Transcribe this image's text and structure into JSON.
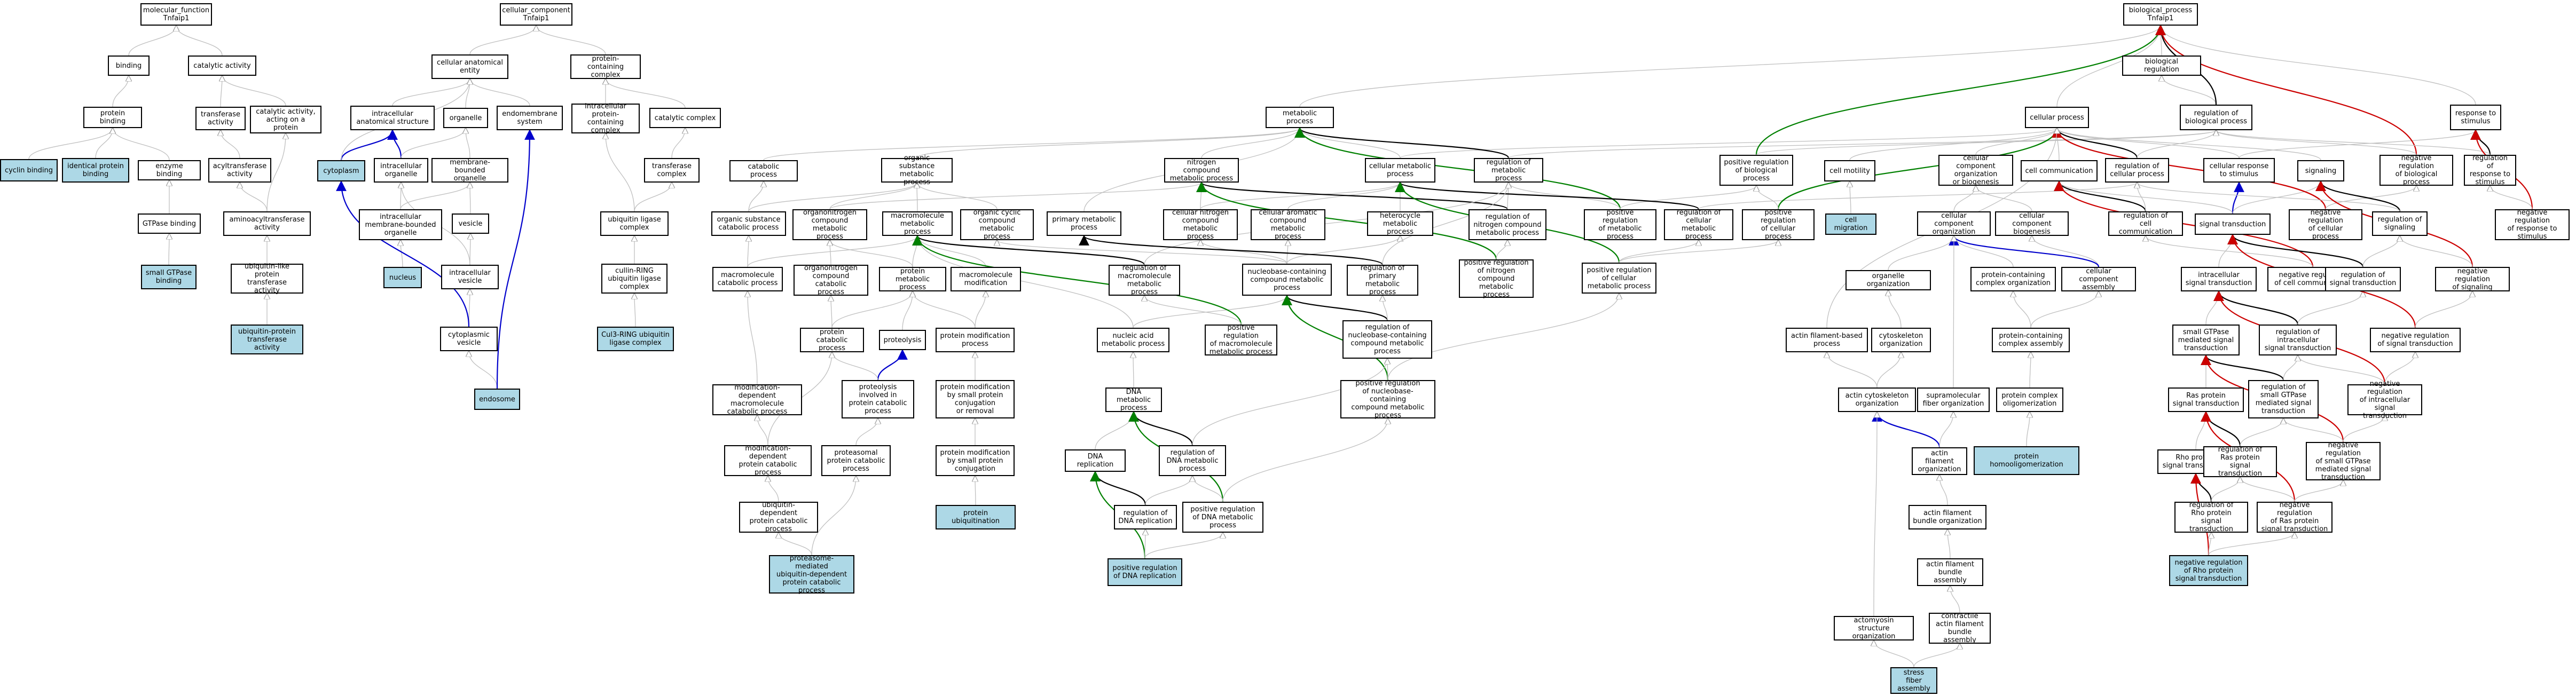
{
  "colors": {
    "highlight": "#add8e6",
    "is_a": "#bfbfbf",
    "part_of": "#0000cc",
    "regulates": "#000000",
    "pos_regulates": "#008000",
    "neg_regulates": "#cc0000"
  },
  "nodes": {
    "mf_root": {
      "label": "molecular_function\nTnfaip1"
    },
    "binding": {
      "label": "binding"
    },
    "catalytic_activity": {
      "label": "catalytic activity"
    },
    "protein_binding": {
      "label": "protein binding"
    },
    "transferase_activity": {
      "label": "transferase\nactivity"
    },
    "catalytic_activity_protein": {
      "label": "catalytic activity,\nacting on a\nprotein"
    },
    "cyclin_binding": {
      "label": "cyclin binding"
    },
    "identical_protein_binding": {
      "label": "identical protein\nbinding"
    },
    "enzyme_binding": {
      "label": "enzyme binding"
    },
    "acyltransferase_activity": {
      "label": "acyltransferase\nactivity"
    },
    "gtpase_binding": {
      "label": "GTPase binding"
    },
    "aminoacyltransferase_activity": {
      "label": "aminoacyltransferase\nactivity"
    },
    "small_gtpase_binding": {
      "label": "small GTPase\nbinding"
    },
    "ubl_transferase_activity": {
      "label": "ubiquitin-like\nprotein transferase\nactivity"
    },
    "ubp_transferase_activity": {
      "label": "ubiquitin-protein\ntransferase\nactivity"
    },
    "cc_root": {
      "label": "cellular_component\nTnfaip1"
    },
    "cellular_anatomical_entity": {
      "label": "cellular anatomical\nentity"
    },
    "protein_containing_complex": {
      "label": "protein-containing\ncomplex"
    },
    "intracellular_anatomical_structure": {
      "label": "intracellular\nanatomical structure"
    },
    "organelle": {
      "label": "organelle"
    },
    "endomembrane_system": {
      "label": "endomembrane\nsystem"
    },
    "intracellular_pcc": {
      "label": "intracellular\nprotein-containing\ncomplex"
    },
    "catalytic_complex": {
      "label": "catalytic complex"
    },
    "cytoplasm": {
      "label": "cytoplasm"
    },
    "intracellular_organelle": {
      "label": "intracellular\norganelle"
    },
    "membrane_bounded_organelle": {
      "label": "membrane-bounded\norganelle"
    },
    "transferase_complex": {
      "label": "transferase\ncomplex"
    },
    "intracellular_mbo": {
      "label": "intracellular\nmembrane-bounded\norganelle"
    },
    "vesicle": {
      "label": "vesicle"
    },
    "ubiquitin_ligase_complex": {
      "label": "ubiquitin ligase\ncomplex"
    },
    "nucleus": {
      "label": "nucleus"
    },
    "intracellular_vesicle": {
      "label": "intracellular\nvesicle"
    },
    "cullin_ring_complex": {
      "label": "cullin-RING\nubiquitin ligase\ncomplex"
    },
    "cul3_ring_complex": {
      "label": "Cul3-RING ubiquitin\nligase complex"
    },
    "cytoplasmic_vesicle": {
      "label": "cytoplasmic\nvesicle"
    },
    "endosome": {
      "label": "endosome"
    },
    "bp_root": {
      "label": "biological_process\nTnfaip1"
    },
    "biological_regulation": {
      "label": "biological regulation"
    },
    "metabolic_process": {
      "label": "metabolic process"
    },
    "cellular_process": {
      "label": "cellular process"
    },
    "regulation_of_biological_process": {
      "label": "regulation of\nbiological process"
    },
    "response_to_stimulus": {
      "label": "response to\nstimulus"
    },
    "catabolic_process": {
      "label": "catabolic process"
    },
    "organic_substance_metabolic": {
      "label": "organic substance\nmetabolic process"
    },
    "nitrogen_compound_metabolic": {
      "label": "nitrogen compound\nmetabolic process"
    },
    "cellular_metabolic_process": {
      "label": "cellular metabolic\nprocess"
    },
    "regulation_of_metabolic_process": {
      "label": "regulation of\nmetabolic process"
    },
    "positive_reg_biological_process": {
      "label": "positive regulation\nof biological\nprocess"
    },
    "cell_motility": {
      "label": "cell motility"
    },
    "ccob": {
      "label": "cellular component\norganization\nor biogenesis"
    },
    "cell_communication": {
      "label": "cell communication"
    },
    "regulation_of_cellular_process": {
      "label": "regulation of\ncellular process"
    },
    "cellular_response_to_stimulus": {
      "label": "cellular response\nto stimulus"
    },
    "signaling": {
      "label": "signaling"
    },
    "negative_reg_biological_process": {
      "label": "negative regulation\nof biological\nprocess"
    },
    "regulation_of_response_to_stimulus": {
      "label": "regulation of\nresponse to\nstimulus"
    },
    "organic_substance_catabolic": {
      "label": "organic substance\ncatabolic process"
    },
    "organonitrogen_metabolic": {
      "label": "organonitrogen\ncompound metabolic\nprocess"
    },
    "macromolecule_metabolic": {
      "label": "macromolecule\nmetabolic process"
    },
    "organic_cyclic_metabolic": {
      "label": "organic cyclic\ncompound metabolic\nprocess"
    },
    "primary_metabolic_process": {
      "label": "primary metabolic\nprocess"
    },
    "cellular_nitrogen_metabolic": {
      "label": "cellular nitrogen\ncompound metabolic\nprocess"
    },
    "cellular_aromatic_metabolic": {
      "label": "cellular aromatic\ncompound metabolic\nprocess"
    },
    "heterocycle_metabolic": {
      "label": "heterocycle\nmetabolic process"
    },
    "regulation_nitrogen_metabolic": {
      "label": "regulation of\nnitrogen compound\nmetabolic process"
    },
    "positive_reg_metabolic": {
      "label": "positive regulation\nof metabolic\nprocess"
    },
    "regulation_cellular_metabolic": {
      "label": "regulation of\ncellular metabolic\nprocess"
    },
    "positive_reg_cellular_process": {
      "label": "positive regulation\nof cellular\nprocess"
    },
    "cell_migration": {
      "label": "cell migration"
    },
    "cellular_component_organization": {
      "label": "cellular component\norganization"
    },
    "cellular_component_biogenesis": {
      "label": "cellular component\nbiogenesis"
    },
    "regulation_cell_communication": {
      "label": "regulation of\ncell communication"
    },
    "signal_transduction": {
      "label": "signal transduction"
    },
    "negative_reg_cellular_process": {
      "label": "negative regulation\nof cellular\nprocess"
    },
    "regulation_of_signaling": {
      "label": "regulation of\nsignaling"
    },
    "negative_reg_response_to_stimulus": {
      "label": "negative regulation\nof response to\nstimulus"
    },
    "macromolecule_catabolic": {
      "label": "macromolecule\ncatabolic process"
    },
    "organonitrogen_catabolic": {
      "label": "organonitrogen\ncompound catabolic\nprocess"
    },
    "protein_metabolic_process": {
      "label": "protein metabolic\nprocess"
    },
    "macromolecule_modification": {
      "label": "macromolecule\nmodification"
    },
    "regulation_macromolecule_metabolic": {
      "label": "regulation of\nmacromolecule\nmetabolic process"
    },
    "nucleobase_containing_metabolic": {
      "label": "nucleobase-containing\ncompound metabolic\nprocess"
    },
    "regulation_primary_metabolic": {
      "label": "regulation of\nprimary metabolic\nprocess"
    },
    "positive_reg_nitrogen_metabolic": {
      "label": "positive regulation\nof nitrogen\ncompound metabolic\nprocess"
    },
    "positive_reg_cellular_metabolic": {
      "label": "positive regulation\nof cellular\nmetabolic process"
    },
    "organelle_organization": {
      "label": "organelle organization"
    },
    "pcc_organization": {
      "label": "protein-containing\ncomplex organization"
    },
    "cellular_component_assembly": {
      "label": "cellular component\nassembly"
    },
    "intracellular_signal_transduction": {
      "label": "intracellular\nsignal transduction"
    },
    "negative_reg_cell_communication": {
      "label": "negative regulation\nof cell communication"
    },
    "regulation_signal_transduction": {
      "label": "regulation of\nsignal transduction"
    },
    "negative_reg_signaling": {
      "label": "negative regulation\nof signaling"
    },
    "protein_catabolic_process": {
      "label": "protein catabolic\nprocess"
    },
    "proteolysis": {
      "label": "proteolysis"
    },
    "protein_modification_process": {
      "label": "protein modification\nprocess"
    },
    "nucleic_acid_metabolic": {
      "label": "nucleic acid\nmetabolic process"
    },
    "positive_reg_macromolecule_metabolic": {
      "label": "positive regulation\nof macromolecule\nmetabolic process"
    },
    "regulation_nucleobase_metabolic": {
      "label": "regulation of\nnucleobase-containing\ncompound metabolic\nprocess"
    },
    "actin_filament_based_process": {
      "label": "actin filament-based\nprocess"
    },
    "cytoskeleton_organization": {
      "label": "cytoskeleton\norganization"
    },
    "pcc_assembly": {
      "label": "protein-containing\ncomplex assembly"
    },
    "small_gtpase_signal": {
      "label": "small GTPase\nmediated signal\ntransduction"
    },
    "regulation_intracellular_signal": {
      "label": "regulation of\nintracellular\nsignal transduction"
    },
    "negative_reg_signal_transduction": {
      "label": "negative regulation\nof signal transduction"
    },
    "modification_dependent_macromolecule_catabolic": {
      "label": "modification-dependent\nmacromolecule\ncatabolic process"
    },
    "proteolysis_protein_catabolic": {
      "label": "proteolysis\ninvolved in\nprotein catabolic\nprocess"
    },
    "protein_modification_small_conjugation": {
      "label": "protein modification\nby small protein\nconjugation\nor removal"
    },
    "dna_metabolic_process": {
      "label": "DNA metabolic\nprocess"
    },
    "positive_reg_nucleobase_metabolic": {
      "label": "positive regulation\nof nucleobase-containing\ncompound metabolic\nprocess"
    },
    "actin_cytoskeleton_organization": {
      "label": "actin cytoskeleton\norganization"
    },
    "supramolecular_fiber_organization": {
      "label": "supramolecular\nfiber organization"
    },
    "protein_complex_oligomerization": {
      "label": "protein complex\noligomerization"
    },
    "ras_signal_transduction": {
      "label": "Ras protein\nsignal transduction"
    },
    "regulation_small_gtpase_signal": {
      "label": "regulation of\nsmall GTPase\nmediated signal\ntransduction"
    },
    "negative_reg_intracellular_signal": {
      "label": "negative regulation\nof intracellular\nsignal transduction"
    },
    "modification_dependent_protein_catabolic": {
      "label": "modification-dependent\nprotein catabolic\nprocess"
    },
    "proteasomal_protein_catabolic": {
      "label": "proteasomal\nprotein catabolic\nprocess"
    },
    "protein_modification_small_conjugation2": {
      "label": "protein modification\nby small protein\nconjugation"
    },
    "dna_replication": {
      "label": "DNA replication"
    },
    "regulation_dna_metabolic": {
      "label": "regulation of\nDNA metabolic\nprocess"
    },
    "actin_filament_organization": {
      "label": "actin filament\norganization"
    },
    "protein_homooligomerization": {
      "label": "protein homooligomerization"
    },
    "rho_signal_transduction": {
      "label": "Rho protein\nsignal transduction"
    },
    "regulation_ras_signal": {
      "label": "regulation of\nRas protein\nsignal transduction"
    },
    "negative_reg_small_gtpase_signal": {
      "label": "negative regulation\nof small GTPase\nmediated signal\ntransduction"
    },
    "ubiquitin_dependent_protein_catabolic": {
      "label": "ubiquitin-dependent\nprotein catabolic\nprocess"
    },
    "protein_ubiquitination": {
      "label": "protein ubiquitination"
    },
    "regulation_dna_replication": {
      "label": "regulation of\nDNA replication"
    },
    "positive_reg_dna_metabolic": {
      "label": "positive regulation\nof DNA metabolic\nprocess"
    },
    "actin_filament_bundle_organization": {
      "label": "actin filament\nbundle organization"
    },
    "regulation_rho_signal": {
      "label": "regulation of\nRho protein\nsignal transduction"
    },
    "negative_reg_ras_signal": {
      "label": "negative regulation\nof Ras protein\nsignal transduction"
    },
    "proteasome_mediated_ubiquitin": {
      "label": "proteasome-mediated\nubiquitin-dependent\nprotein catabolic\nprocess"
    },
    "positive_reg_dna_replication": {
      "label": "positive regulation\nof DNA replication"
    },
    "actin_filament_bundle_assembly": {
      "label": "actin filament\nbundle assembly"
    },
    "negative_reg_rho_signal": {
      "label": "negative regulation\nof Rho protein\nsignal transduction"
    },
    "actomyosin_structure_organization": {
      "label": "actomyosin structure\norganization"
    },
    "contractile_actin_filament_bundle_assembly": {
      "label": "contractile\nactin filament\nbundle assembly"
    },
    "stress_fiber_assembly": {
      "label": "stress fiber\nassembly"
    }
  }
}
